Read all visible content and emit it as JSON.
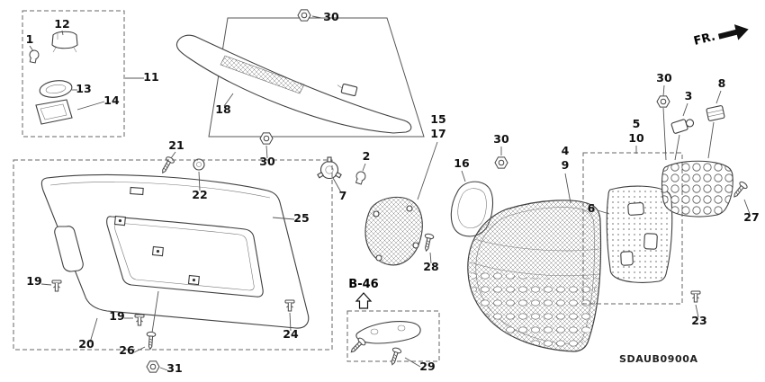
{
  "diagram": {
    "code": "SDAUB0900A",
    "direction": "FR.",
    "section_ref": "B-46",
    "colors": {
      "background": "#ffffff",
      "line": "#3f3f3f",
      "text": "#111111"
    },
    "callouts": [
      "12",
      "1",
      "13",
      "14",
      "11",
      "18",
      "30",
      "21",
      "22",
      "30",
      "25",
      "2",
      "7",
      "15",
      "17",
      "16",
      "30",
      "28",
      "19",
      "19",
      "20",
      "26",
      "31",
      "24",
      "29",
      "4",
      "9",
      "5",
      "10",
      "6",
      "8",
      "3",
      "30",
      "27",
      "23"
    ]
  }
}
